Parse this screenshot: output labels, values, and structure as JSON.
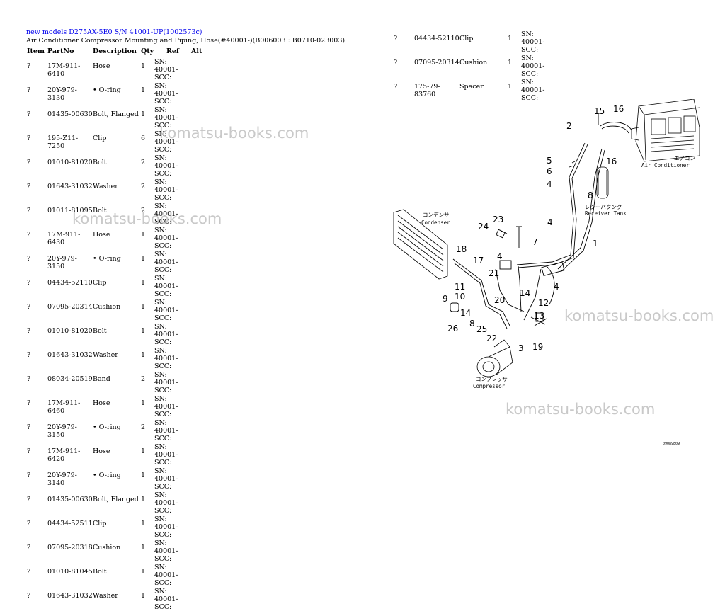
{
  "breadcrumb": {
    "link1": "new models",
    "link2": "D275AX-5E0 S/N 41001-UP(1002573c)",
    "subtitle": "Air Conditioner Compressor Mounting and Piping, Hose(#40001-)(B006003 : B0710-023003)"
  },
  "table": {
    "columns": [
      "Item",
      "PartNo",
      "Description",
      "Qty",
      "Ref",
      "Alt"
    ],
    "rows": [
      {
        "item": "?",
        "part": "17M-911-6410",
        "desc": "Hose",
        "qty": "1",
        "ref": "SN: 40001-SCC:"
      },
      {
        "item": "?",
        "part": "20Y-979-3130",
        "desc": "• O-ring",
        "qty": "1",
        "ref": "SN: 40001-SCC:"
      },
      {
        "item": "?",
        "part": "01435-00630",
        "desc": "Bolt, Flanged",
        "qty": "1",
        "ref": "SN: 40001-SCC:"
      },
      {
        "item": "?",
        "part": "195-Z11-7250",
        "desc": "Clip",
        "qty": "6",
        "ref": "SN: 40001-SCC:"
      },
      {
        "item": "?",
        "part": "01010-81020",
        "desc": "Bolt",
        "qty": "2",
        "ref": "SN: 40001-SCC:"
      },
      {
        "item": "?",
        "part": "01643-31032",
        "desc": "Washer",
        "qty": "2",
        "ref": "SN: 40001-SCC:"
      },
      {
        "item": "?",
        "part": "01011-81095",
        "desc": "Bolt",
        "qty": "2",
        "ref": "SN: 40001-SCC:"
      },
      {
        "item": "?",
        "part": "17M-911-6430",
        "desc": "Hose",
        "qty": "1",
        "ref": "SN: 40001-SCC:"
      },
      {
        "item": "?",
        "part": "20Y-979-3150",
        "desc": "• O-ring",
        "qty": "1",
        "ref": "SN: 40001-SCC:"
      },
      {
        "item": "?",
        "part": "04434-52110",
        "desc": "Clip",
        "qty": "1",
        "ref": "SN: 40001-SCC:"
      },
      {
        "item": "?",
        "part": "07095-20314",
        "desc": "Cushion",
        "qty": "1",
        "ref": "SN: 40001-SCC:"
      },
      {
        "item": "?",
        "part": "01010-81020",
        "desc": "Bolt",
        "qty": "1",
        "ref": "SN: 40001-SCC:"
      },
      {
        "item": "?",
        "part": "01643-31032",
        "desc": "Washer",
        "qty": "1",
        "ref": "SN: 40001-SCC:"
      },
      {
        "item": "?",
        "part": "08034-20519",
        "desc": "Band",
        "qty": "2",
        "ref": "SN: 40001-SCC:"
      },
      {
        "item": "?",
        "part": "17M-911-6460",
        "desc": "Hose",
        "qty": "1",
        "ref": "SN: 40001-SCC:"
      },
      {
        "item": "?",
        "part": "20Y-979-3150",
        "desc": "• O-ring",
        "qty": "2",
        "ref": "SN: 40001-SCC:"
      },
      {
        "item": "?",
        "part": "17M-911-6420",
        "desc": "Hose",
        "qty": "1",
        "ref": "SN: 40001-SCC:"
      },
      {
        "item": "?",
        "part": "20Y-979-3140",
        "desc": "• O-ring",
        "qty": "1",
        "ref": "SN: 40001-SCC:"
      },
      {
        "item": "?",
        "part": "01435-00630",
        "desc": "Bolt, Flanged",
        "qty": "1",
        "ref": "SN: 40001-SCC:"
      },
      {
        "item": "?",
        "part": "04434-52511",
        "desc": "Clip",
        "qty": "1",
        "ref": "SN: 40001-SCC:"
      },
      {
        "item": "?",
        "part": "07095-20318",
        "desc": "Cushion",
        "qty": "1",
        "ref": "SN: 40001-SCC:"
      },
      {
        "item": "?",
        "part": "01010-81045",
        "desc": "Bolt",
        "qty": "1",
        "ref": "SN: 40001-SCC:"
      },
      {
        "item": "?",
        "part": "01643-31032",
        "desc": "Washer",
        "qty": "1",
        "ref": "SN: 40001-SCC:"
      }
    ],
    "rows_right": [
      {
        "item": "?",
        "part": "04434-52110",
        "desc": "Clip",
        "qty": "1",
        "ref": "SN: 40001-SCC:"
      },
      {
        "item": "?",
        "part": "07095-20314",
        "desc": "Cushion",
        "qty": "1",
        "ref": "SN: 40001-SCC:"
      },
      {
        "item": "?",
        "part": "175-79-83760",
        "desc": "Spacer",
        "qty": "1",
        "ref": "SN: 40001-SCC:"
      }
    ]
  },
  "watermark": "komatsu-books.com",
  "diagram": {
    "labels": {
      "air_conditioner_jp": "エアコン",
      "air_conditioner": "Air Conditioner",
      "receiver_tank_jp": "レシーバタンク",
      "receiver_tank": "Receiver Tank",
      "condenser_jp": "コンデンサ",
      "condenser": "Condenser",
      "compressor_jp": "コンプレッサ",
      "compressor": "Compressor"
    },
    "callouts": [
      "1",
      "2",
      "3",
      "4",
      "4",
      "4",
      "4",
      "5",
      "6",
      "7",
      "8",
      "8",
      "9",
      "10",
      "11",
      "12",
      "13",
      "14",
      "14",
      "15",
      "16",
      "16",
      "17",
      "18",
      "19",
      "20",
      "21",
      "22",
      "23",
      "24",
      "25",
      "26"
    ],
    "figure_code": "09089809"
  }
}
